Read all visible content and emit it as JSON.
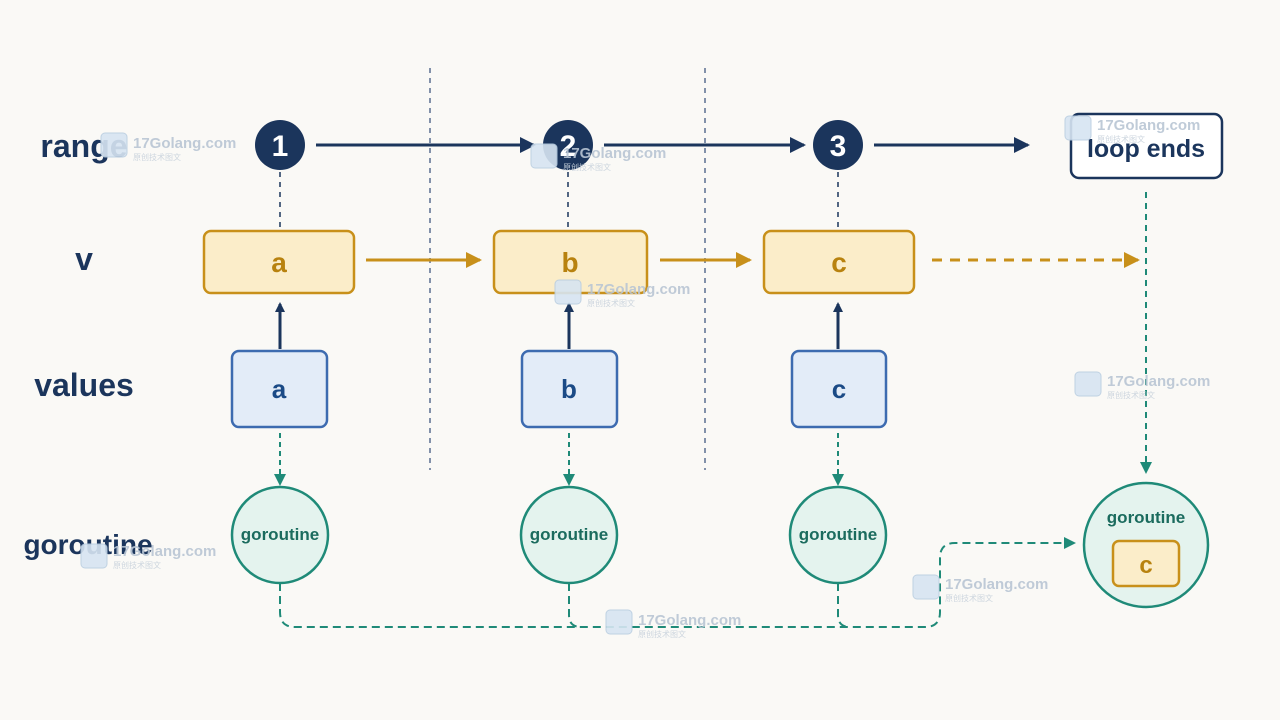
{
  "rows": {
    "range": "range",
    "v": "v",
    "values": "values",
    "goroutine": "goroutine"
  },
  "steps": [
    "1",
    "2",
    "3"
  ],
  "loop_end_label": "loop ends",
  "v_cells": [
    "a",
    "b",
    "c"
  ],
  "value_cells": [
    "a",
    "b",
    "c"
  ],
  "goroutine_label": "goroutine",
  "final_goroutine": {
    "label": "goroutine",
    "captured": "c"
  },
  "watermark": {
    "text": "17Golang.com",
    "sub": "原创技术图文"
  },
  "colors": {
    "navy": "#1b355c",
    "gold": "#c8901a",
    "gold_fill": "#fbedc9",
    "blue": "#3d6bb0",
    "blue_fill": "#e3ecf8",
    "teal": "#1f8a78",
    "teal_fill": "#e4f3ee"
  }
}
